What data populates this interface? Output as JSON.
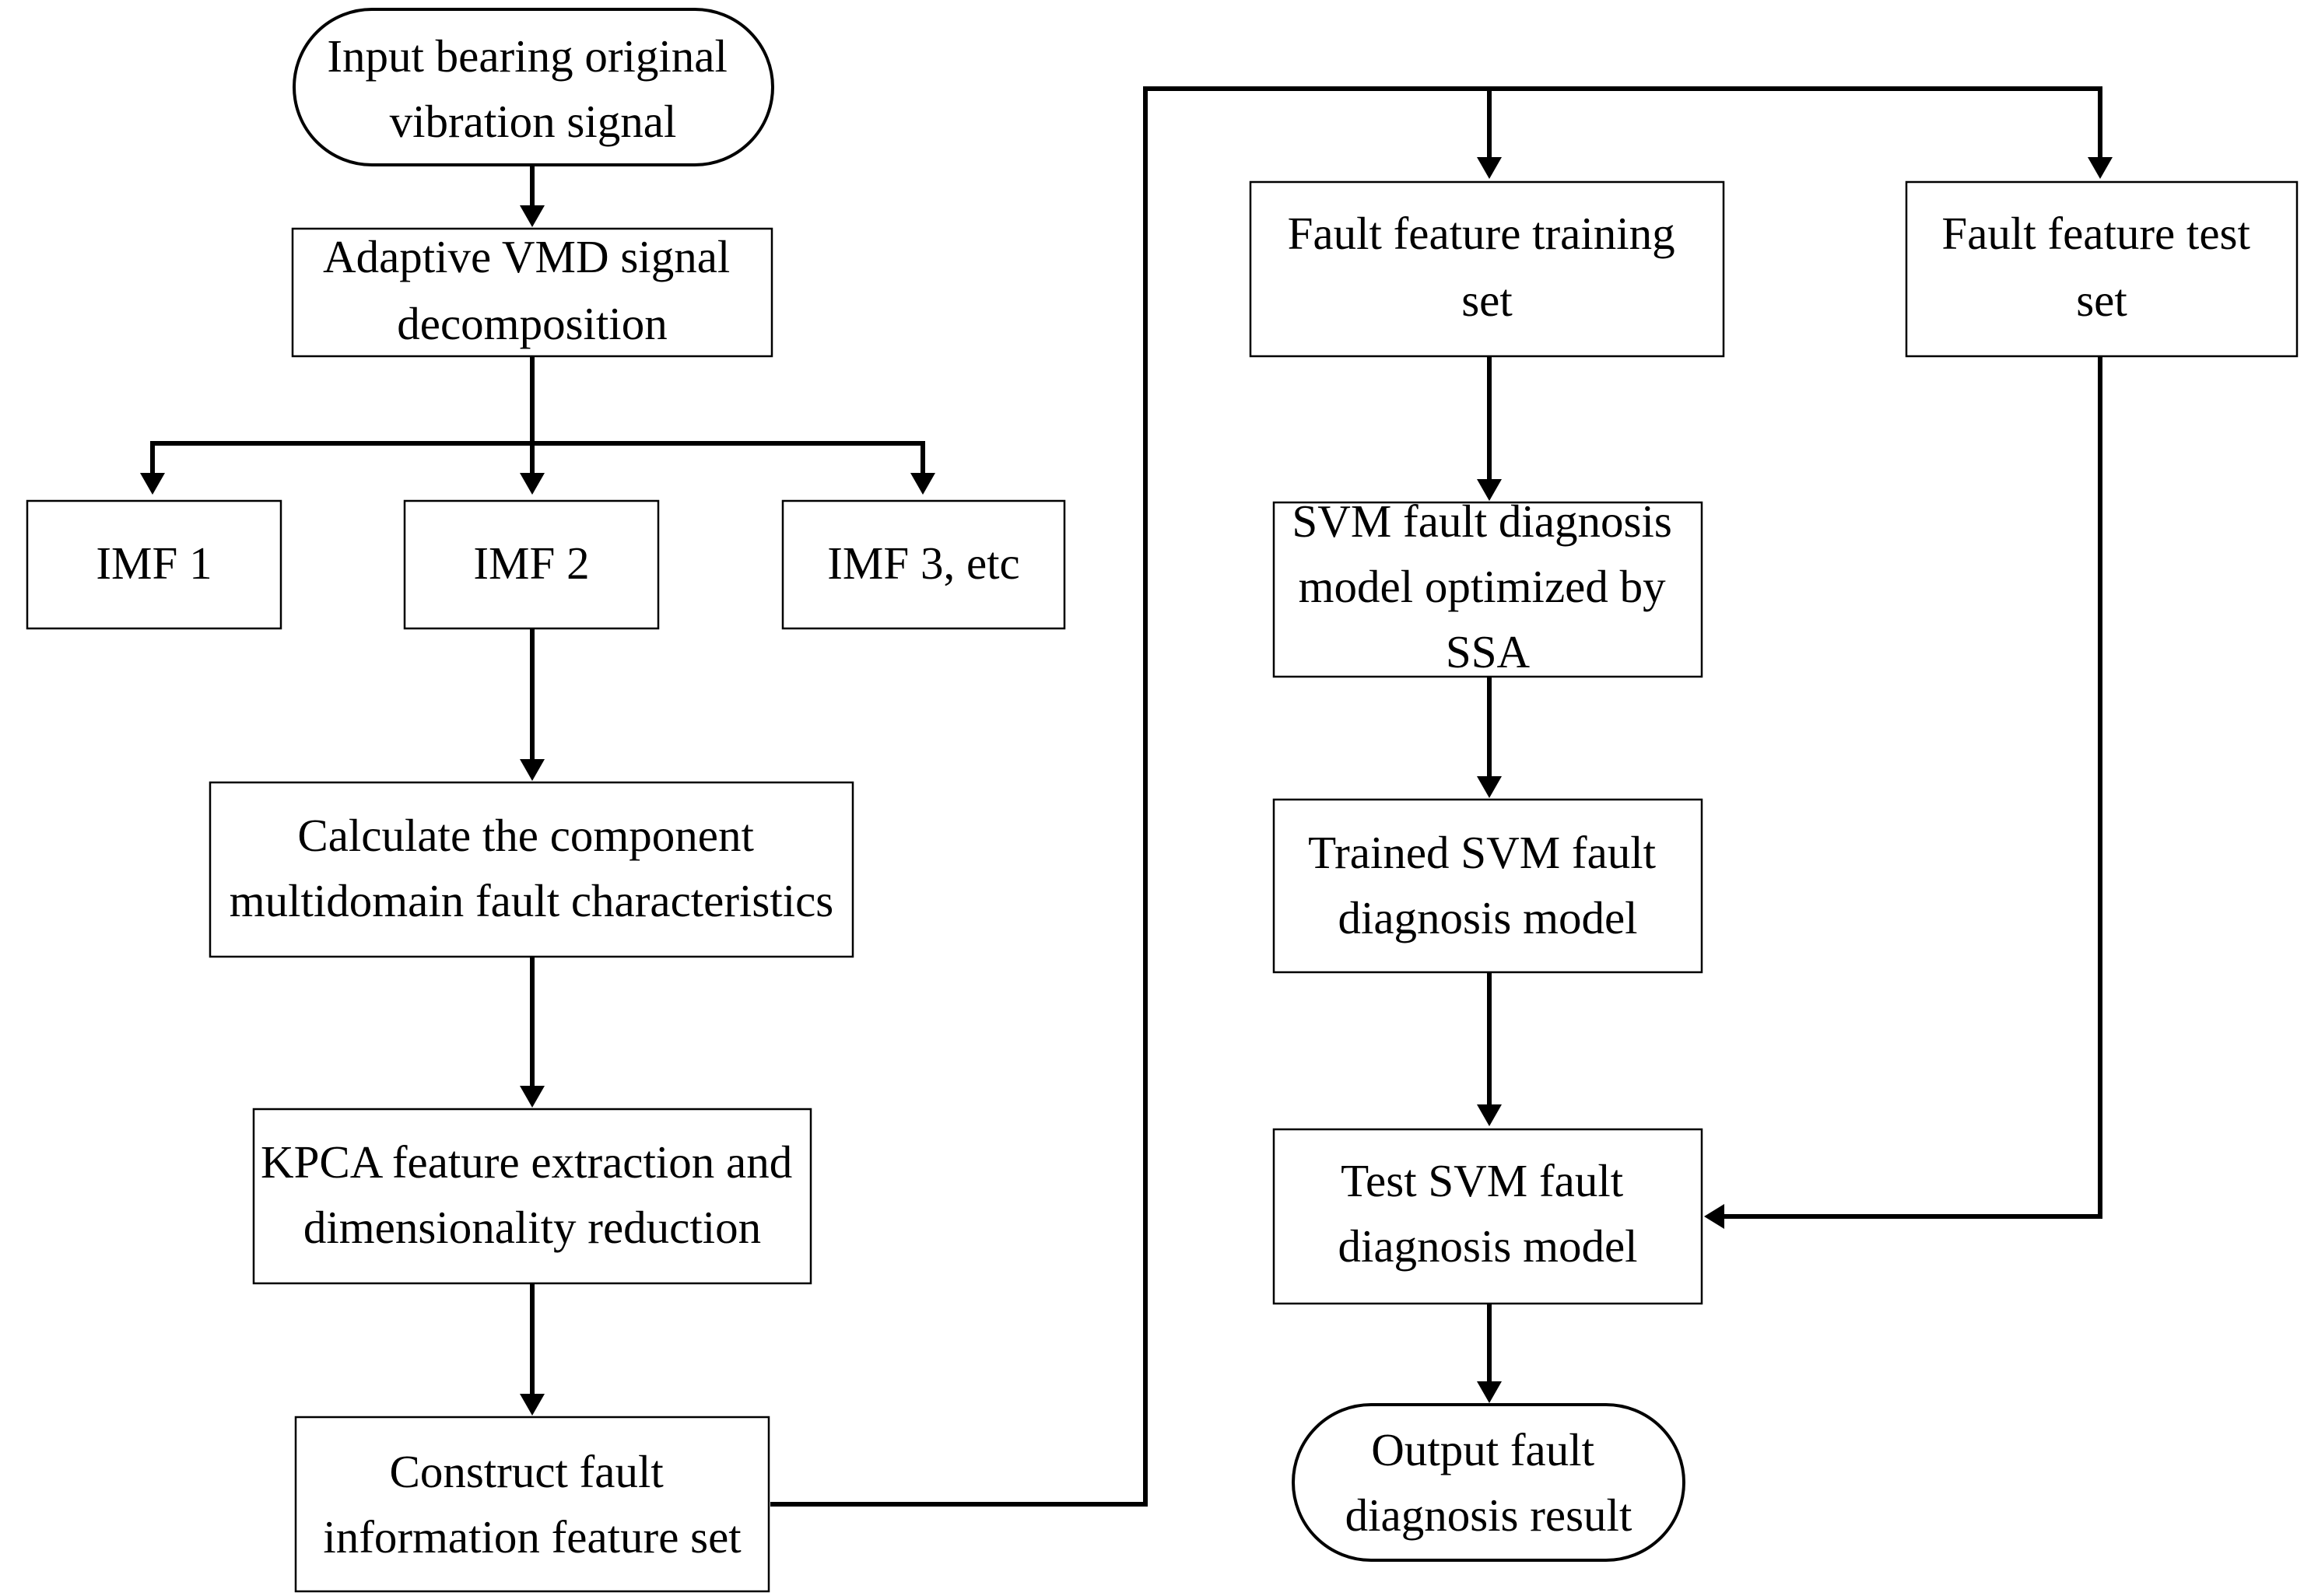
{
  "nodes": {
    "input_signal": {
      "lines": [
        "Input bearing original",
        "vibration signal"
      ]
    },
    "adaptive_vmd": {
      "lines": [
        "Adaptive VMD signal",
        "decomposition"
      ]
    },
    "imf1": {
      "lines": [
        "IMF 1"
      ]
    },
    "imf2": {
      "lines": [
        "IMF 2"
      ]
    },
    "imf3": {
      "lines": [
        "IMF 3, etc"
      ]
    },
    "calc_multidomain": {
      "lines": [
        "Calculate the component",
        "multidomain fault characteristics"
      ]
    },
    "kpca": {
      "lines": [
        "KPCA feature extraction and",
        "dimensionality reduction"
      ]
    },
    "construct_set": {
      "lines": [
        "Construct fault",
        "information feature set"
      ]
    },
    "training_set": {
      "lines": [
        "Fault feature training",
        "set"
      ]
    },
    "test_set": {
      "lines": [
        "Fault feature test",
        "set"
      ]
    },
    "svm_ssa": {
      "lines": [
        "SVM fault diagnosis",
        "model optimized by",
        "SSA"
      ]
    },
    "trained_svm": {
      "lines": [
        "Trained SVM fault",
        "diagnosis model"
      ]
    },
    "test_svm": {
      "lines": [
        "Test SVM fault",
        "diagnosis model"
      ]
    },
    "output_result": {
      "lines": [
        "Output fault",
        "diagnosis result"
      ]
    }
  }
}
